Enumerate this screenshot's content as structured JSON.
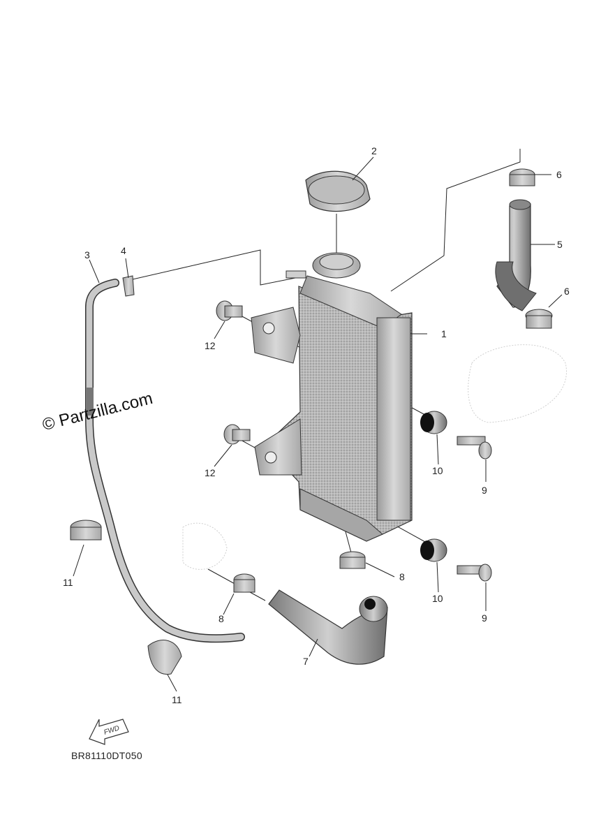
{
  "watermark": "© Partzilla.com",
  "diagram_code": "BR81110DT050",
  "fwd_label": "FWD",
  "callouts": [
    "1",
    "2",
    "3",
    "4",
    "5",
    "6",
    "6",
    "7",
    "8",
    "8",
    "9",
    "9",
    "10",
    "10",
    "11",
    "11",
    "12",
    "12"
  ],
  "parts": [
    "radiator",
    "radiator-cap",
    "overflow-hose",
    "clip",
    "upper-hose",
    "upper-hose-clamp",
    "upper-hose-clamp-lower",
    "lower-hose",
    "lower-hose-clamp",
    "lower-hose-clamp-outlet",
    "bolt-upper",
    "bolt-lower",
    "grommet-upper",
    "grommet-lower",
    "collar-upper",
    "collar-lower",
    "overflow-hose-clamp-upper",
    "overflow-hose-clamp-lower"
  ]
}
